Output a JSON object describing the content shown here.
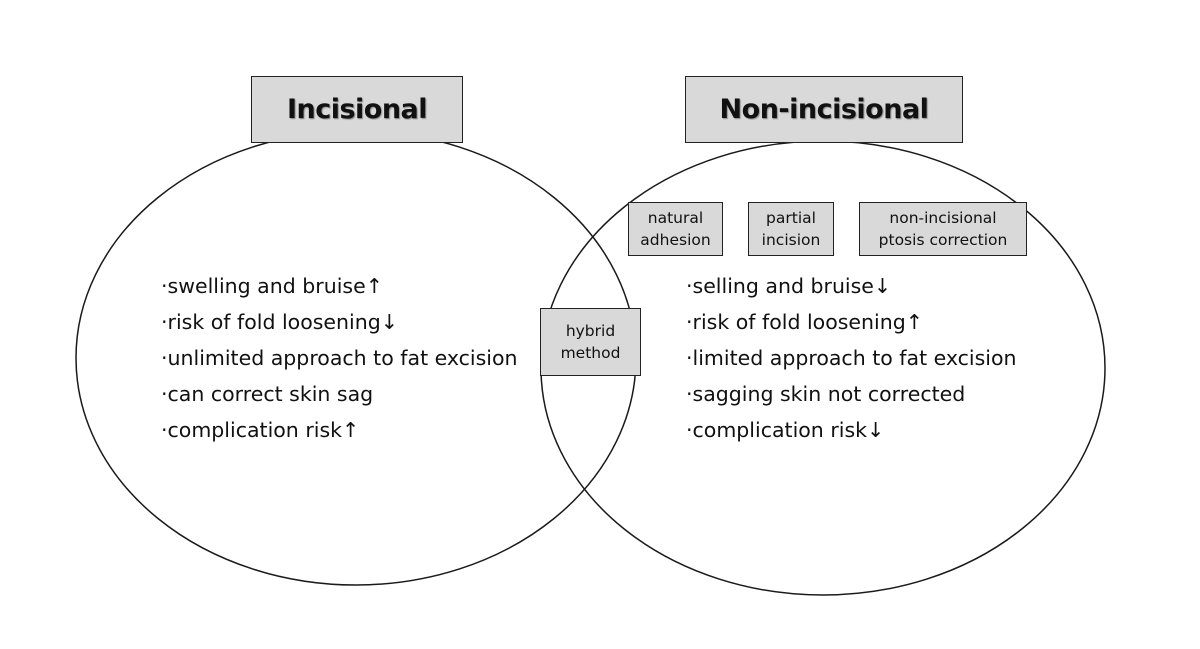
{
  "diagram": {
    "left_set": {
      "title": "Incisional",
      "items": [
        "·swelling and bruise↑",
        "·risk of fold loosening↓",
        "·unlimited approach to fat excision",
        "·can correct skin sag",
        "·complication risk↑"
      ]
    },
    "right_set": {
      "title": "Non-incisional",
      "methods": [
        {
          "line1": "natural",
          "line2": "adhesion"
        },
        {
          "line1": "partial",
          "line2": "incision"
        },
        {
          "line1": "non-incisional",
          "line2": "ptosis correction"
        }
      ],
      "items": [
        "·selling and bruise↓",
        "·risk of fold loosening↑",
        "·limited approach to fat excision",
        "·sagging skin not corrected",
        "·complication risk↓"
      ]
    },
    "overlap": {
      "line1": "hybrid",
      "line2": "method"
    }
  }
}
